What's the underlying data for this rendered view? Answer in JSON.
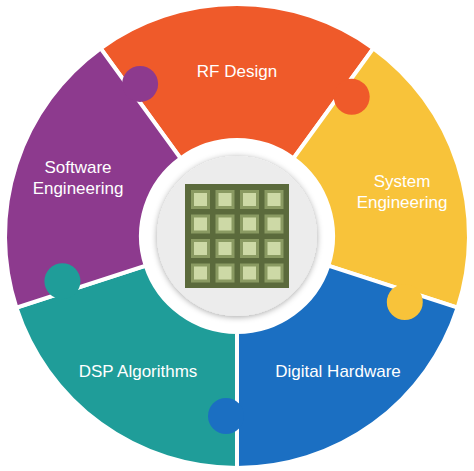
{
  "diagram": {
    "nodes": [
      {
        "text": [
          "RF Design"
        ]
      },
      {
        "text": [
          "System Engineering"
        ]
      },
      {
        "text": [
          "Digital Hardware"
        ]
      },
      {
        "text": [
          "DSP Algorithms"
        ]
      },
      {
        "text": [
          "Software Engineering"
        ]
      }
    ]
  }
}
